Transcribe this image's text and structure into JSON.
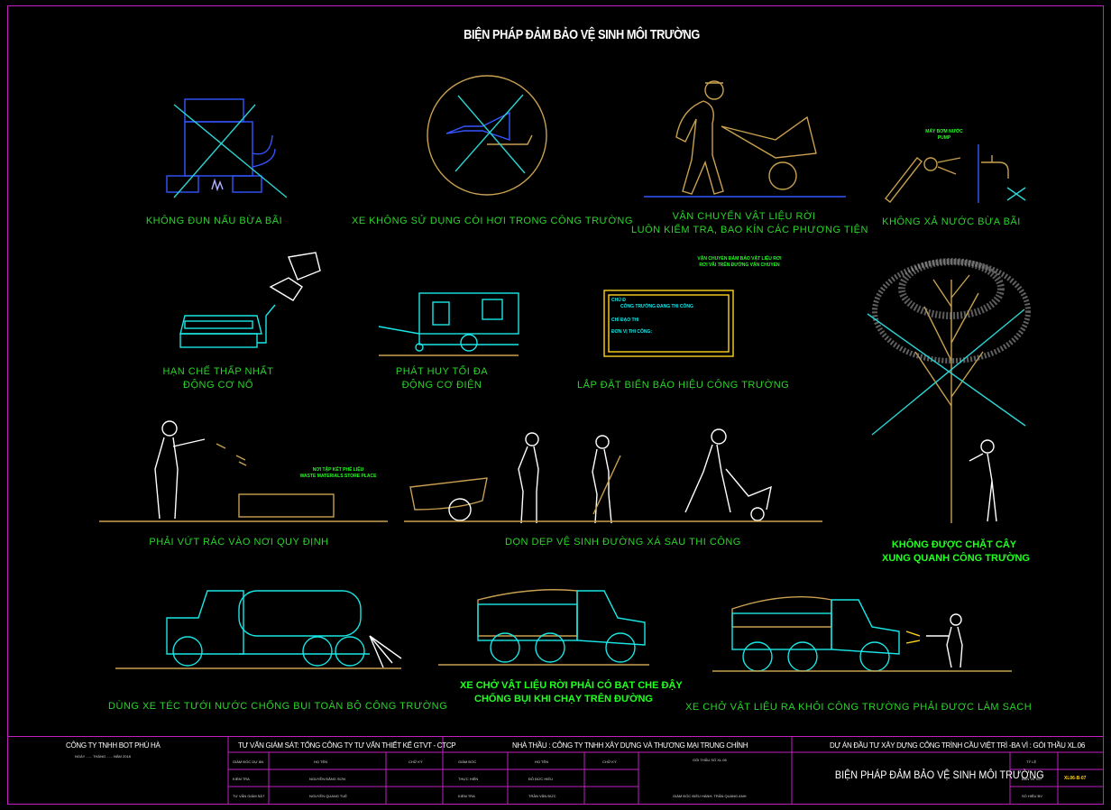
{
  "title": "BIỆN PHÁP ĐẢM BẢO VỆ SINH MÔI TRƯỜNG",
  "captions": {
    "no_cooking": "KHÔNG ĐUN NẤU BỪA BÃI",
    "no_steam_boiler": "XE KHÔNG SỬ DỤNG CÒI HƠI TRONG CÔNG TRƯỜNG",
    "transport_line1": "VẬN CHUYỂN VẬT LIỆU RỜI",
    "transport_line2": "LUÔN KIỂM TRA, BAO KÍN CÁC PHƯƠNG TIỆN",
    "no_water_discharge": "KHÔNG XẢ NƯỚC BỪA BÃI",
    "limit_engine_line1": "HẠN CHẾ THẤP NHẤT",
    "limit_engine_line2": "ĐỘNG CƠ NỔ",
    "electric_engine_line1": "PHÁT HUY TỐI ĐA",
    "electric_engine_line2": "ĐỘNG CƠ ĐIỆN",
    "signboard": "LẮP ĐẶT BIỂN BÁO HIỆU CÔNG TRƯỜNG",
    "signboard_note_line1": "VẬN CHUYỂN ĐẢM BẢO VẬT LIỆU RƠI",
    "signboard_note_line2": "RƠI VÃI TRÊN ĐƯỜNG VẬN CHUYỂN",
    "waste_disposal": "PHẢI VỨT RÁC VÀO NƠI QUY ĐỊNH",
    "waste_place_line1": "NƠI TẬP KẾT PHẾ LIỆU",
    "waste_place_line2": "WASTE MATERIALS STORE PLACE",
    "cleanup": "DỌN DẸP VỆ SINH ĐƯỜNG XÁ SAU THI CÔNG",
    "no_tree_cut_line1": "KHÔNG ĐƯỢC CHẶT CÂY",
    "no_tree_cut_line2": "XUNG QUANH CÔNG TRƯỜNG",
    "tanker": "DÙNG XE TÉC TƯỚI NƯỚC CHỐNG BỤI TOÀN BỘ CÔNG TRƯỜNG",
    "covered_truck_line1": "XE CHỞ VẬT LIỆU RỜI PHẢI CÓ BẠT CHE ĐẬY",
    "covered_truck_line2": "CHỐNG BỤI KHI CHẠY TRÊN ĐƯỜNG",
    "clean_truck": "XE CHỞ VẬT LIỆU RA KHỎI CÔNG TRƯỜNG PHẢI ĐƯỢC LÀM SẠCH"
  },
  "labels": {
    "pump": "MÁY BƠM NƯỚC",
    "pump_en": "PUMP",
    "sign_line1": "CHỦ Đ",
    "sign_line2": "CÔNG TRƯỜNG ĐANG THI CÔNG",
    "sign_line3": "CHỈ ĐẠO THI",
    "sign_line4": "ĐƠN VỊ THI CÔNG:"
  },
  "title_block": {
    "company": "CÔNG TY TNHH BOT PHÚ HÀ",
    "company_sub": "NGÀY ...... THÁNG ...... NĂM 2018",
    "consultant": "TƯ VẤN GIÁM SÁT: TỔNG CÔNG TY TƯ VẤN THIẾT KẾ GTVT - CTCP",
    "contractor": "NHÀ THẦU : CÔNG TY TNHH XÂY DỰNG VÀ THƯƠNG MẠI TRUNG CHÍNH",
    "project": "DỰ ÁN ĐẦU TƯ XÂY DỰNG CÔNG TRÌNH CẦU VIỆT TRÌ -BA VÌ : GÓI THẦU XL.06",
    "drawing_title": "BIỆN PHÁP ĐẢM BẢO VỆ SINH MÔI TRƯỜNG",
    "c_role1": "GIÁM ĐỐC DỰ ÁN",
    "c_role2": "KIỂM TRA",
    "c_role3": "TƯ VẤN GIÁM SÁT",
    "c_col_name": "HỌ TÊN",
    "c_col_sign": "CHỮ KÝ",
    "c_name2": "NGUYỄN ĐĂNG SƠN",
    "c_name3": "NGUYỄN QUANG TUỆ",
    "n_role1": "GIÁM ĐỐC",
    "n_role2": "THỰC HIỆN",
    "n_role3": "KIỂM TRA",
    "n_col_name": "HỌ TÊN",
    "n_col_sign": "CHỮ KÝ",
    "n_name2": "ĐỖ ĐỨC HIẾU",
    "n_name3": "TRẦN VĂN ĐỨC",
    "n_package": "GÓI THẦU SỐ XL.06",
    "n_owner": "GIÁM ĐỐC ĐIỀU HÀNH: TRẦN QUANG ANH",
    "r_scale": "TỶ LỆ",
    "r_drawing_no": "BẢN VẼ SỐ",
    "r_sheet": "SỐ HIỆU BV",
    "r_code": "XL06-B-07"
  },
  "colors": {
    "frame": "#c020c0",
    "caption": "#2bd42b",
    "line_art": "#19e6e6",
    "ground": "#c8a050",
    "strike": "#2bd4d4"
  }
}
